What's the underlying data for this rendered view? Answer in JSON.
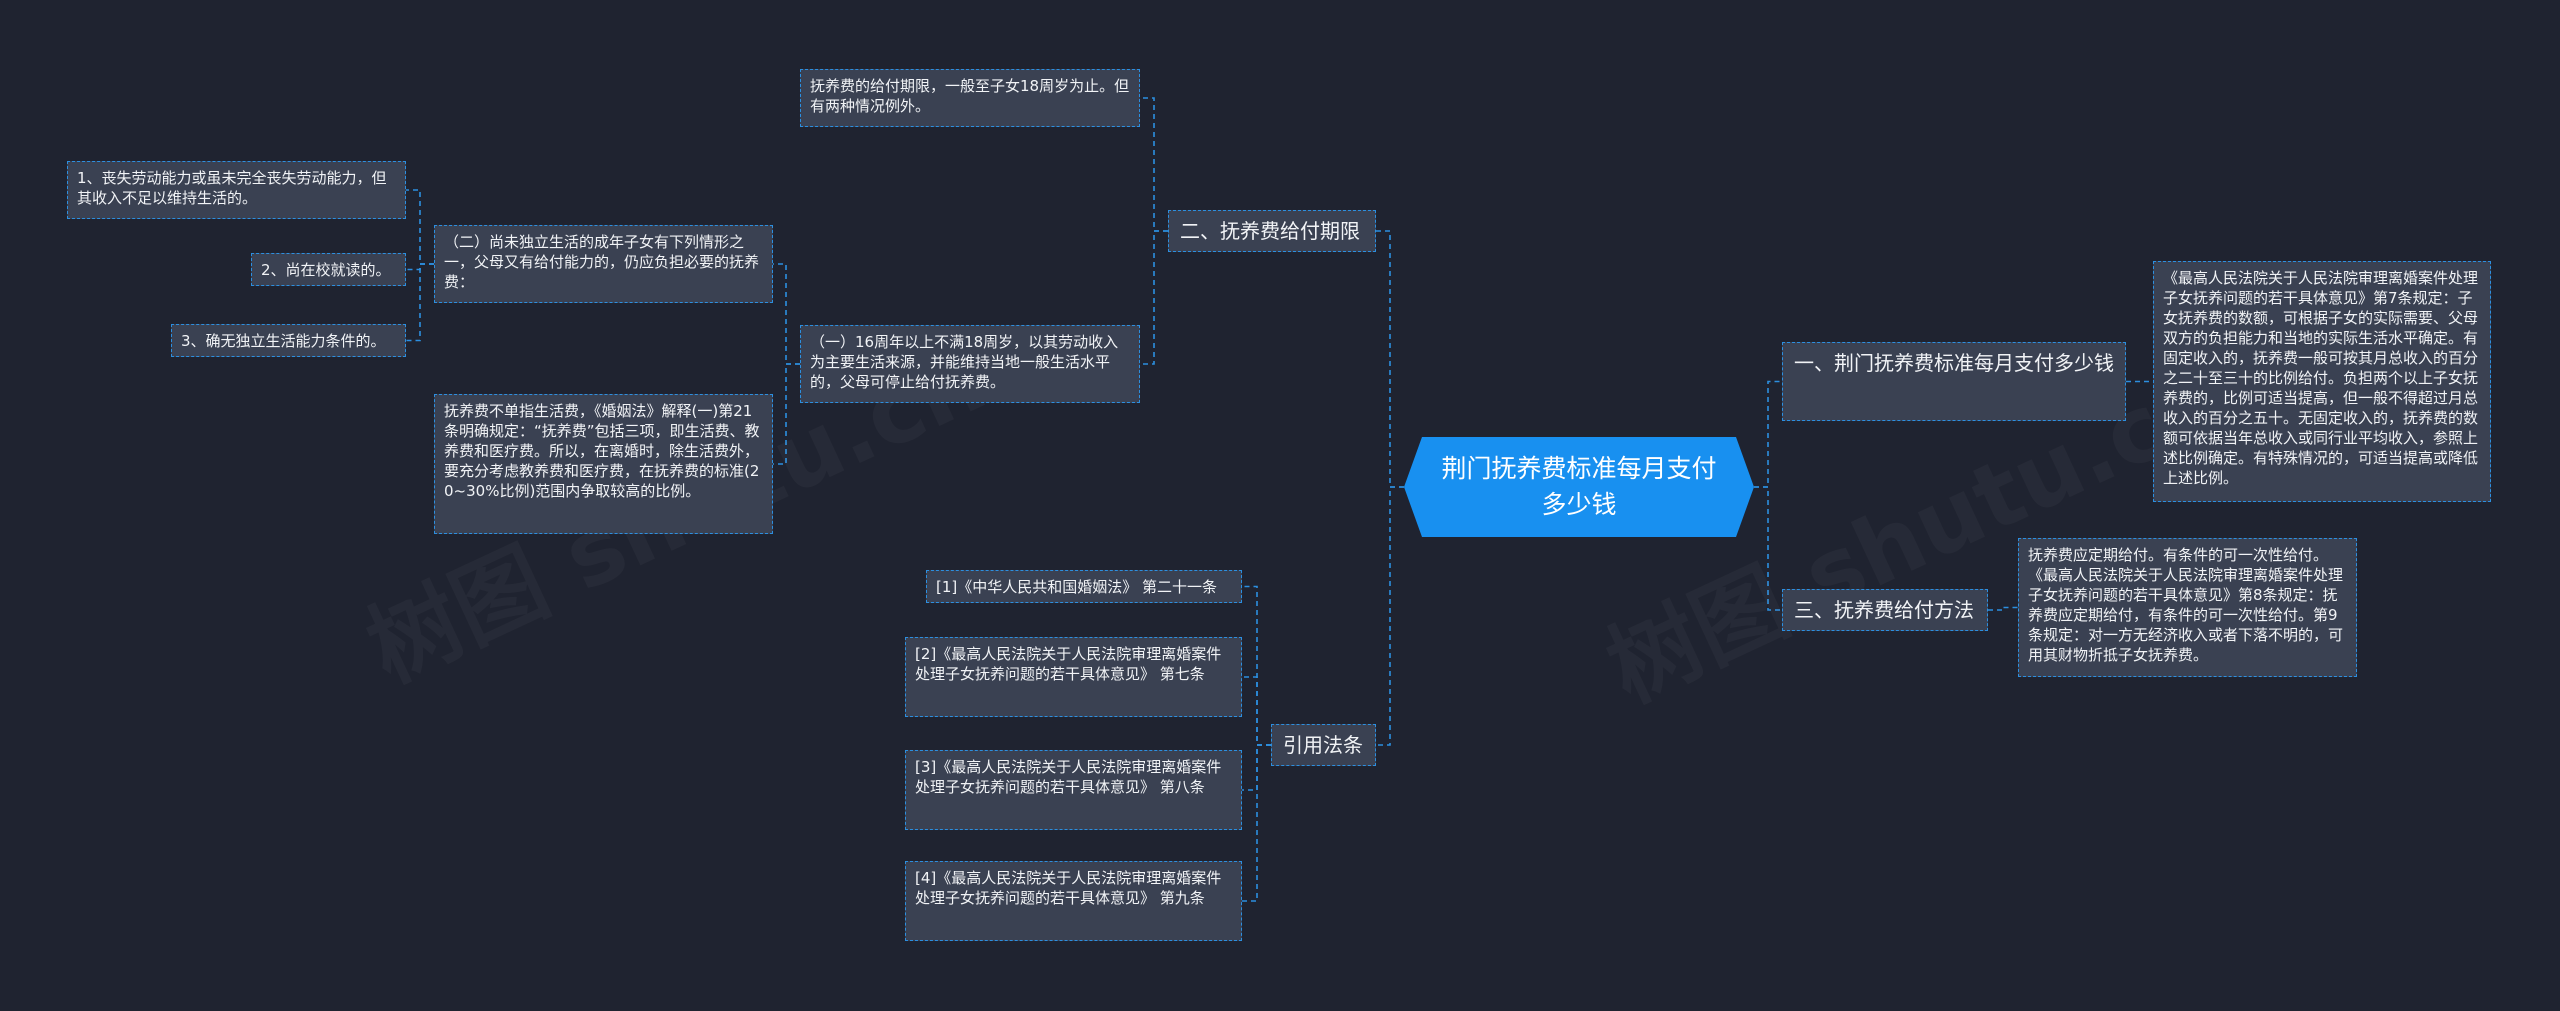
{
  "watermark": "树图 shutu.cn",
  "root": {
    "label": "荆门抚养费标准每月支付多少钱"
  },
  "branches": {
    "b1": "一、荆门抚养费标准每月支付多少钱",
    "b2": "二、抚养费给付期限",
    "b3": "三、抚养费给付方法",
    "b4": "引用法条"
  },
  "leaves": {
    "b1_detail": "《最高人民法院关于人民法院审理离婚案件处理子女抚养问题的若干具体意见》第7条规定：子女抚养费的数额，可根据子女的实际需要、父母双方的负担能力和当地的实际生活水平确定。有固定收入的，抚养费一般可按其月总收入的百分之二十至三十的比例给付。负担两个以上子女抚养费的，比例可适当提高，但一般不得超过月总收入的百分之五十。无固定收入的，抚养费的数额可依据当年总收入或同行业平均收入，参照上述比例确定。有特殊情况的，可适当提高或降低上述比例。",
    "b3_detail": "抚养费应定期给付。有条件的可一次性给付。《最高人民法院关于人民法院审理离婚案件处理子女抚养问题的若干具体意见》第8条规定：抚养费应定期给付，有条件的可一次性给付。第9条规定：对一方无经济收入或者下落不明的，可用其财物折抵子女抚养费。",
    "b2_period": "抚养费的给付期限，一般至子女18周岁为止。但有两种情况例外。",
    "b2_case1": "（一）16周年以上不满18周岁，以其劳动收入为主要生活来源，并能维持当地一般生活水平的，父母可停止给付抚养费。",
    "b2_case2": "（二）尚未独立生活的成年子女有下列情形之一，父母又有给付能力的，仍应负担必要的抚养费：",
    "b2_case2_note": "抚养费不单指生活费，《婚姻法》解释(一)第21条明确规定：“抚养费”包括三项，即生活费、教养费和医疗费。所以，在离婚时，除生活费外，要充分考虑教养费和医疗费，在抚养费的标准(20~30%比例)范围内争取较高的比例。",
    "sub1": "1、丧失劳动能力或虽未完全丧失劳动能力，但其收入不足以维持生活的。",
    "sub2": "2、尚在校就读的。",
    "sub3": "3、确无独立生活能力条件的。",
    "law1": "[1]《中华人民共和国婚姻法》 第二十一条",
    "law2": "[2]《最高人民法院关于人民法院审理离婚案件处理子女抚养问题的若干具体意见》 第七条",
    "law3": "[3]《最高人民法院关于人民法院审理离婚案件处理子女抚养问题的若干具体意见》 第八条",
    "law4": "[4]《最高人民法院关于人民法院审理离婚案件处理子女抚养问题的若干具体意见》 第九条"
  },
  "colors": {
    "background": "#1f2330",
    "root": "#1890f0",
    "node": "#3a4152",
    "link": "#2c8fe0"
  }
}
